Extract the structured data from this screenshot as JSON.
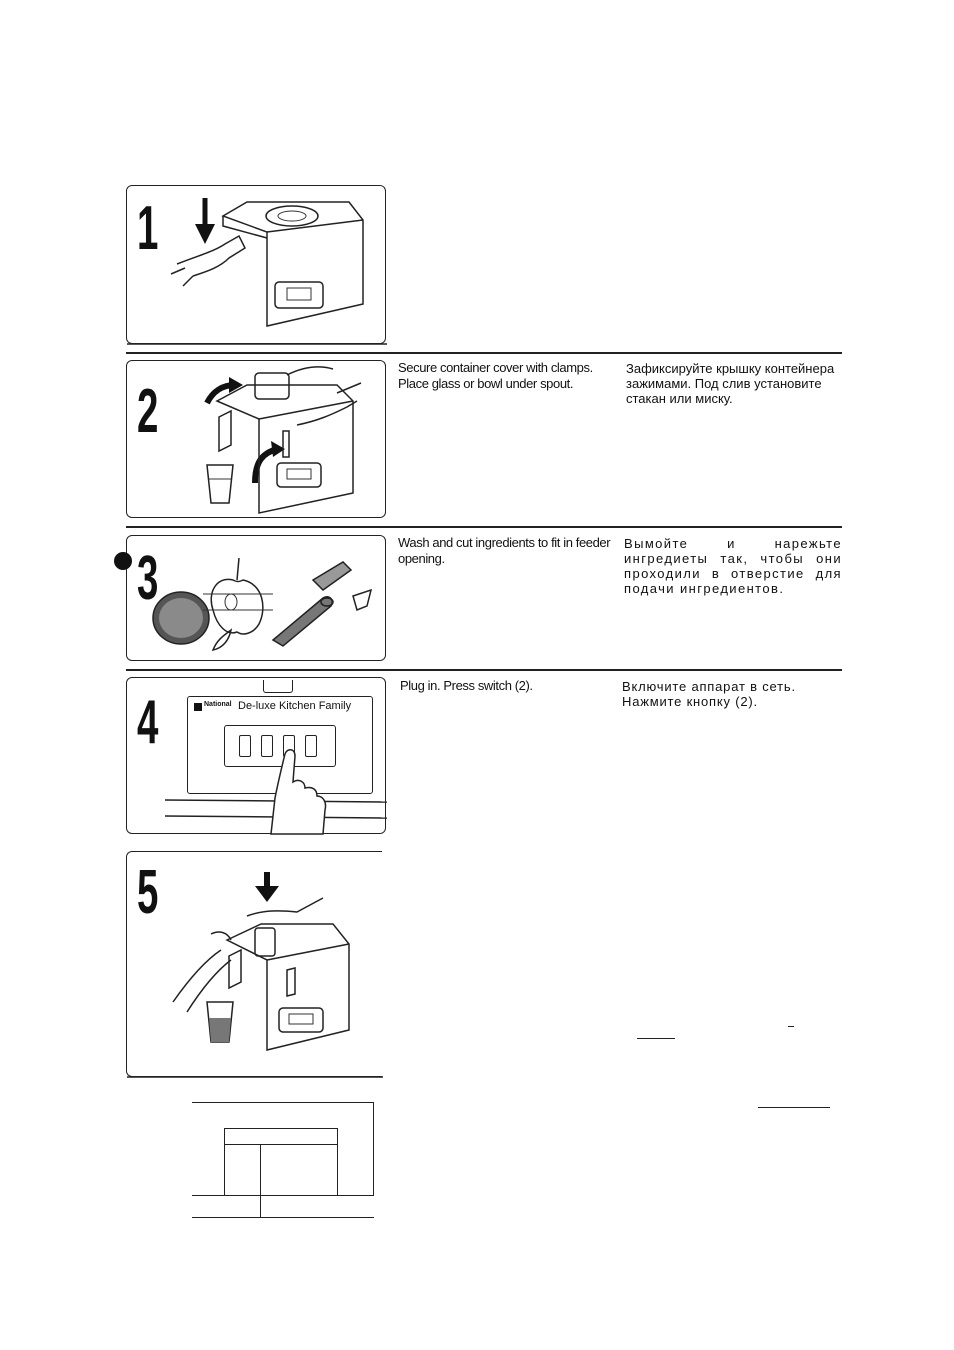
{
  "steps": [
    {
      "number": "1",
      "en": "",
      "ru": ""
    },
    {
      "number": "2",
      "en": "Secure container cover with clamps. Place glass or bowl under spout.",
      "ru": "Зафиксируйте крышку контейнера зажимами. Под слив установите стакан или миску."
    },
    {
      "number": "3",
      "en": "Wash and cut ingredients to fit in feeder opening.",
      "ru": "Вымойте и нарежьте ингредиеты так, чтобы они проходили в отверстие для подачи ингредиентов."
    },
    {
      "number": "4",
      "en": "Plug in. Press switch (2).",
      "ru": "Включите аппарат в сеть. Нажмите кнопку (2)."
    },
    {
      "number": "5",
      "en": "",
      "ru": ""
    }
  ],
  "panel4": {
    "brand": "National",
    "product": "De-luxe Kitchen Family"
  }
}
